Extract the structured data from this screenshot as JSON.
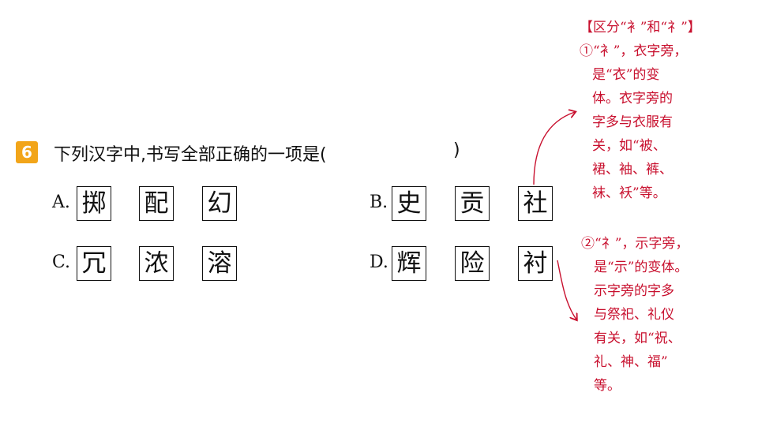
{
  "question": {
    "number": "6",
    "text": "下列汉字中,书写全部正确的一项是(",
    "paren_close": ")"
  },
  "options": [
    {
      "letter": "A.",
      "chars": [
        "掷",
        "配",
        "幻"
      ]
    },
    {
      "letter": "B.",
      "chars": [
        "史",
        "贡",
        "社"
      ]
    },
    {
      "letter": "C.",
      "chars": [
        "冗",
        "浓",
        "溶"
      ]
    },
    {
      "letter": "D.",
      "chars": [
        "辉",
        "险",
        "衬"
      ]
    }
  ],
  "note1": {
    "lines": [
      "【区分“衤”和“礻”】",
      "①“衤”，衣字旁，",
      "是“衣”的变",
      "体。衣字旁的",
      "字多与衣服有",
      "关，如“被、",
      "裙、袖、裤、",
      "袜、袄”等。"
    ]
  },
  "note2": {
    "lines": [
      "②“礻”，示字旁，",
      "是“示”的变体。",
      "示字旁的字多",
      "与祭祀、礼仪",
      "有关，如“祝、",
      "礼、神、福”",
      "等。"
    ]
  },
  "colors": {
    "badge": "#f2a51a",
    "annotation": "#c8102e",
    "text": "#111111"
  }
}
